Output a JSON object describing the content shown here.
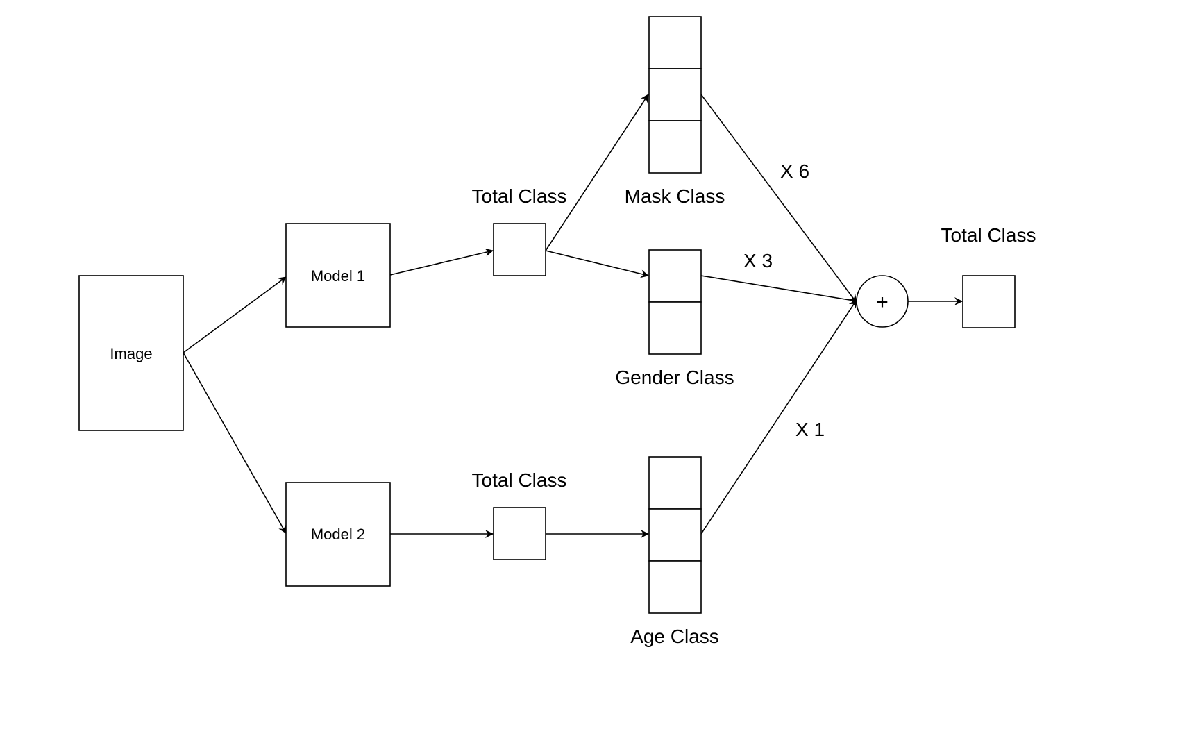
{
  "nodes": {
    "image": "Image",
    "model1": "Model 1",
    "model2": "Model 2",
    "sum_operator": "+"
  },
  "labels": {
    "total_class_top": "Total Class",
    "total_class_bottom": "Total Class",
    "total_class_output": "Total Class",
    "mask_class": "Mask Class",
    "gender_class": "Gender Class",
    "age_class": "Age Class"
  },
  "weights": {
    "mask": "X 6",
    "gender": "X 3",
    "age": "X 1"
  },
  "class_counts": {
    "mask_cells": 3,
    "gender_cells": 2,
    "age_cells": 3
  }
}
